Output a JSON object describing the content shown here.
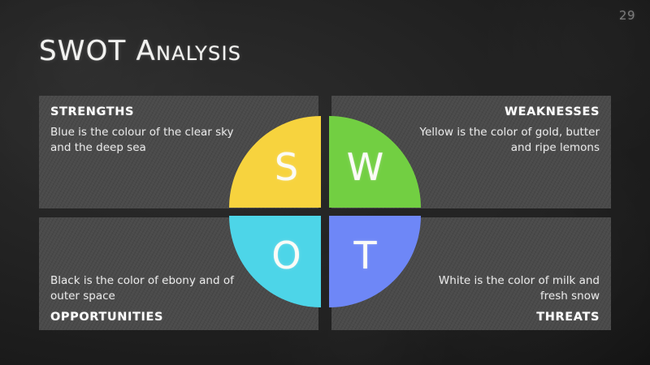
{
  "slide": {
    "page_number": "29",
    "title_main": "SWOT",
    "title_sub": "Analysis",
    "colors": {
      "background": "#1d1d1d",
      "panel": "#4b4b4b",
      "strengths": "#F7D33E",
      "weaknesses": "#72CF42",
      "opportunities": "#4DD5E8",
      "threats": "#6E87F7",
      "text": "#ffffff"
    }
  },
  "quadrants": {
    "strengths": {
      "letter": "S",
      "heading": "STRENGTHS",
      "body": "Blue is the colour of the clear sky and the deep sea",
      "color": "#F7D33E"
    },
    "weaknesses": {
      "letter": "W",
      "heading": "WEAKNESSES",
      "body": "Yellow is the color of gold, butter and ripe lemons",
      "color": "#72CF42"
    },
    "opportunities": {
      "letter": "O",
      "heading": "OPPORTUNITIES",
      "body": "Black is the color of ebony and of outer space",
      "color": "#4DD5E8"
    },
    "threats": {
      "letter": "T",
      "heading": "THREATS",
      "body": "White is the color of milk and fresh snow",
      "color": "#6E87F7"
    }
  }
}
